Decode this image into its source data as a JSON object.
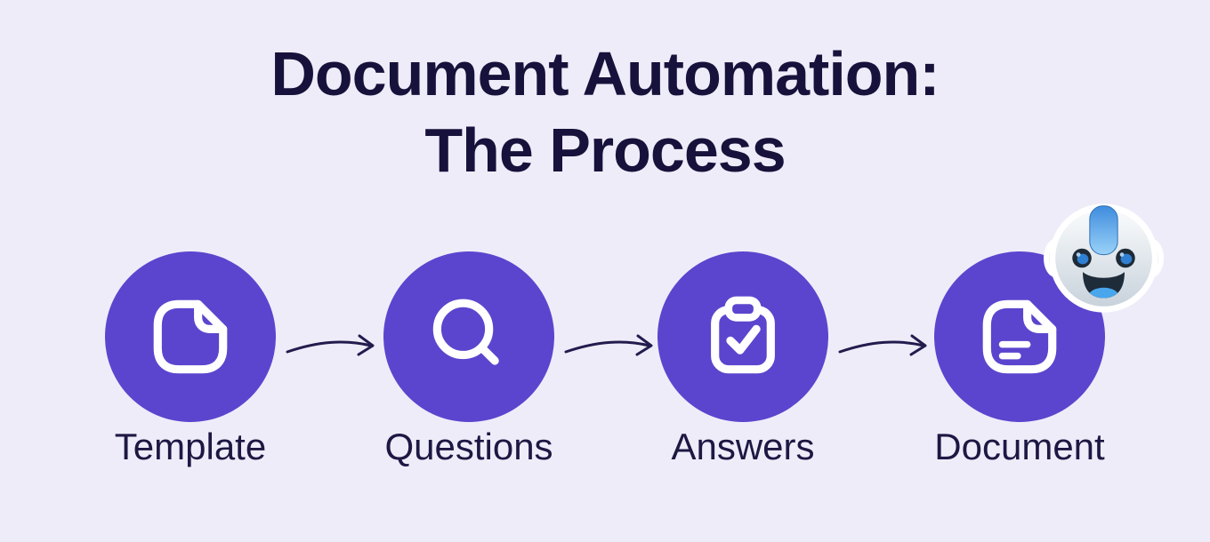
{
  "title": {
    "line1": "Document Automation:",
    "line2": "The Process"
  },
  "steps": [
    {
      "label": "Template",
      "icon": "file-blank-icon"
    },
    {
      "label": "Questions",
      "icon": "magnifier-icon"
    },
    {
      "label": "Answers",
      "icon": "clipboard-check-icon"
    },
    {
      "label": "Document",
      "icon": "document-text-icon"
    }
  ],
  "decorations": {
    "robot": "robot-head-emoji"
  },
  "colors": {
    "background": "#EFECF9",
    "circle_fill": "#5B45CE",
    "title_text": "#17123B",
    "label_text": "#1D1843",
    "arrow": "#221C4E",
    "icon_stroke": "#FFFFFF",
    "robot_blue": "#3F8CDE"
  }
}
